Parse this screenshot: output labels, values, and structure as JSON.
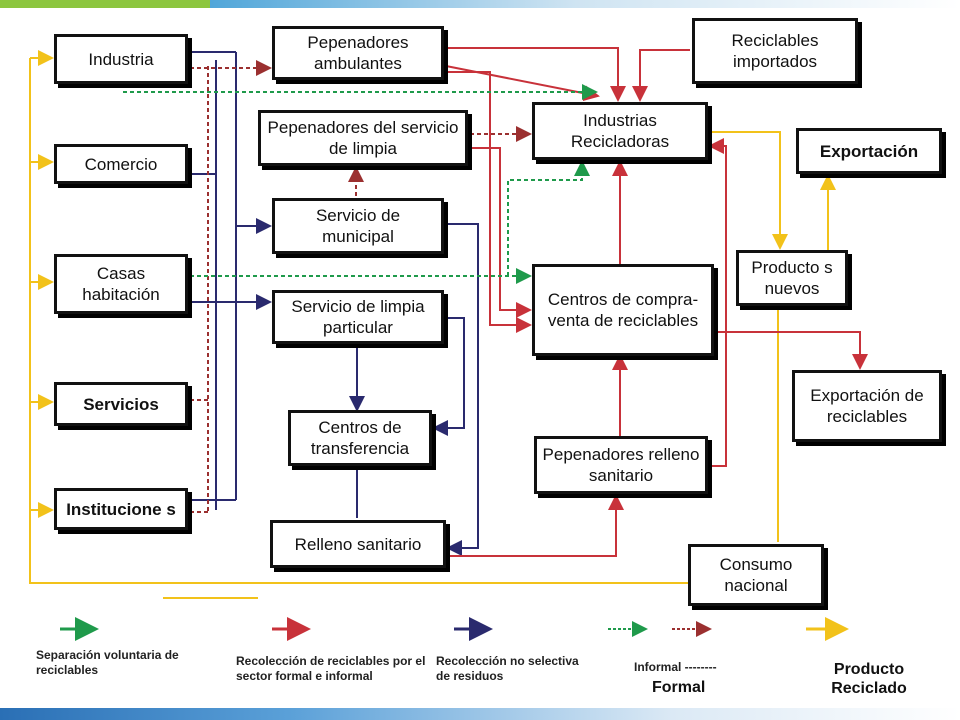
{
  "nodes": {
    "industria": "Industria",
    "comercio": "Comercio",
    "casas": "Casas habitación",
    "servicios": "Servicios",
    "instituciones": "Institucione s",
    "pepenadores_ambulantes": "Pepenadores ambulantes",
    "pepenadores_limpia": "Pepenadores del servicio de limpia",
    "servicio_municipal": "Servicio de municipal",
    "servicio_particular": "Servicio de limpia particular",
    "centros_transferencia": "Centros de transferencia",
    "relleno_sanitario": "Relleno sanitario",
    "reciclables_importados": "Reciclables importados",
    "industrias_recicladoras": "Industrias Recicladoras",
    "centros_compraventa": "Centros de compra-venta de reciclables",
    "pepenadores_relleno": "Pepenadores relleno sanitario",
    "productos_nuevos": "Producto s nuevos",
    "exportacion": "Exportación",
    "exportacion_reciclables": "Exportación de reciclables",
    "consumo_nacional": "Consumo nacional"
  },
  "legend": {
    "green": "Separación voluntaria de reciclables",
    "red": "Recolección de reciclables por el sector formal e informal",
    "navy": "Recolección no selectiva de residuos",
    "informal": "Informal --------",
    "formal": "Formal",
    "yellow": "Producto Reciclado"
  },
  "colors": {
    "green": "#1f9a4b",
    "red": "#c8323a",
    "navy": "#2a2a6e",
    "yellow": "#f2c21a",
    "dotted_red": "#9b3030"
  }
}
